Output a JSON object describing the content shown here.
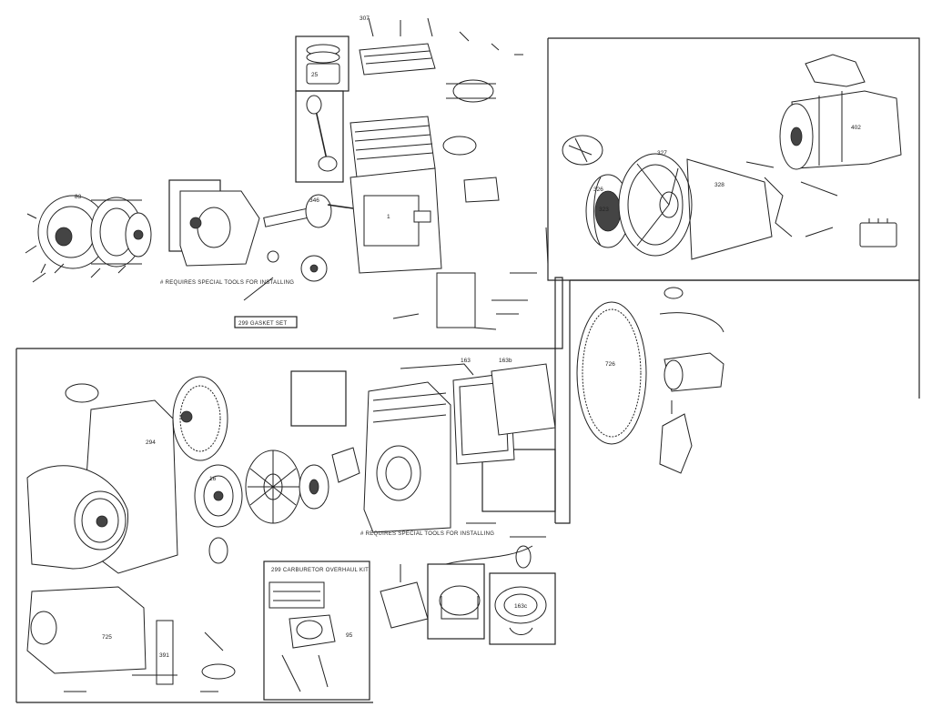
{
  "notes": {
    "special_tools_1": "# REQUIRES SPECIAL TOOLS FOR INSTALLING",
    "special_tools_2": "# REQUIRES SPECIAL TOOLS FOR INSTALLING",
    "gasket_set": "299 GASKET SET",
    "carb_overhaul": "299 CARBURETOR OVERHAUL KIT"
  },
  "labels": {
    "flywheel_left": "83",
    "cyl_head": "307",
    "piston": "25",
    "crank": "346",
    "cyl_block": "1",
    "starter_motor": "402",
    "pulley": "327",
    "ring_gear": "326",
    "starter_bracket": "323",
    "flywheel_screen": "328",
    "ring_gear_large": "726",
    "blower_housing": "294",
    "flywheel_fan": "16",
    "air_cleaner": "163",
    "fuel_tank": "163b",
    "shroud": "725",
    "cover_bottom": "391",
    "carburetor": "95",
    "filter_elem": "163c"
  }
}
